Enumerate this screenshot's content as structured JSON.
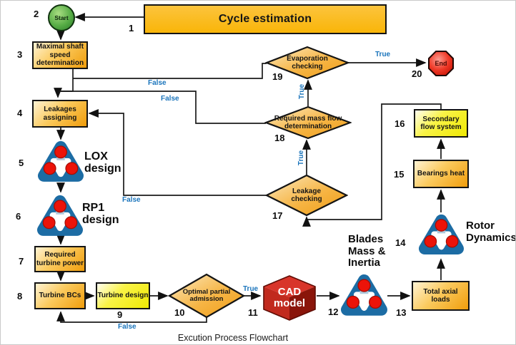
{
  "caption": "Excution Process Flowchart",
  "nodes": {
    "n1": {
      "number": "1",
      "label": "Cycle estimation",
      "shape": "banner"
    },
    "n2": {
      "number": "2",
      "label": "Start",
      "shape": "circle"
    },
    "n3": {
      "number": "3",
      "label": "Maximal shaft speed determination",
      "shape": "process"
    },
    "n4": {
      "number": "4",
      "label": "Leakages assigning",
      "shape": "process"
    },
    "n5": {
      "number": "5",
      "label": "LOX design",
      "shape": "icon"
    },
    "n6": {
      "number": "6",
      "label": "RP1 design",
      "shape": "icon"
    },
    "n7": {
      "number": "7",
      "label": "Required turbine power",
      "shape": "process"
    },
    "n8": {
      "number": "8",
      "label": "Turbine BCs",
      "shape": "process"
    },
    "n9": {
      "number": "9",
      "label": "Turbine design",
      "shape": "process-alt"
    },
    "n10": {
      "number": "10",
      "label": "Optimal partial admission",
      "shape": "decision"
    },
    "n11": {
      "number": "11",
      "label": "CAD model",
      "shape": "cube"
    },
    "n12": {
      "number": "12",
      "label": "Blades Mass & Inertia",
      "shape": "icon"
    },
    "n13": {
      "number": "13",
      "label": "Total axial loads",
      "shape": "process"
    },
    "n14": {
      "number": "14",
      "label": "Rotor Dynamics",
      "shape": "icon"
    },
    "n15": {
      "number": "15",
      "label": "Bearings heat",
      "shape": "process"
    },
    "n16": {
      "number": "16",
      "label": "Secondary flow system",
      "shape": "process-alt"
    },
    "n17": {
      "number": "17",
      "label": "Leakage checking",
      "shape": "decision"
    },
    "n18": {
      "number": "18",
      "label": "Required mass flow determination",
      "shape": "decision"
    },
    "n19": {
      "number": "19",
      "label": "Evaporation checking",
      "shape": "decision"
    },
    "n20": {
      "number": "20",
      "label": "End",
      "shape": "octagon"
    }
  },
  "branch_labels": {
    "optimal_true": "True",
    "optimal_false": "False",
    "leakage_true": "True",
    "leakage_false": "False",
    "massflow_true": "True",
    "massflow_false": "False",
    "evap_true": "True",
    "evap_false": "False"
  },
  "colors": {
    "process_fill": "#F0A10E",
    "banner_fill": "#FBB70F",
    "alt_fill": "#F2EE0D",
    "decision_fill": "#F4AC3B",
    "start_fill": "#46A33C",
    "end_fill": "#E02718",
    "cad_fill": "#C22A1C",
    "icon_body_blue": "#1C6CA4",
    "icon_dot_red": "#EC1309",
    "connector": "#1A1A1A",
    "branch_text": "#1B75BC"
  },
  "icons": {
    "n5": "pump-trefoil-icon",
    "n6": "pump-trefoil-icon",
    "n12": "pump-trefoil-icon",
    "n14": "pump-trefoil-icon",
    "n11": "cad-cube-icon",
    "n2": "start-circle",
    "n20": "end-stop-octagon"
  }
}
